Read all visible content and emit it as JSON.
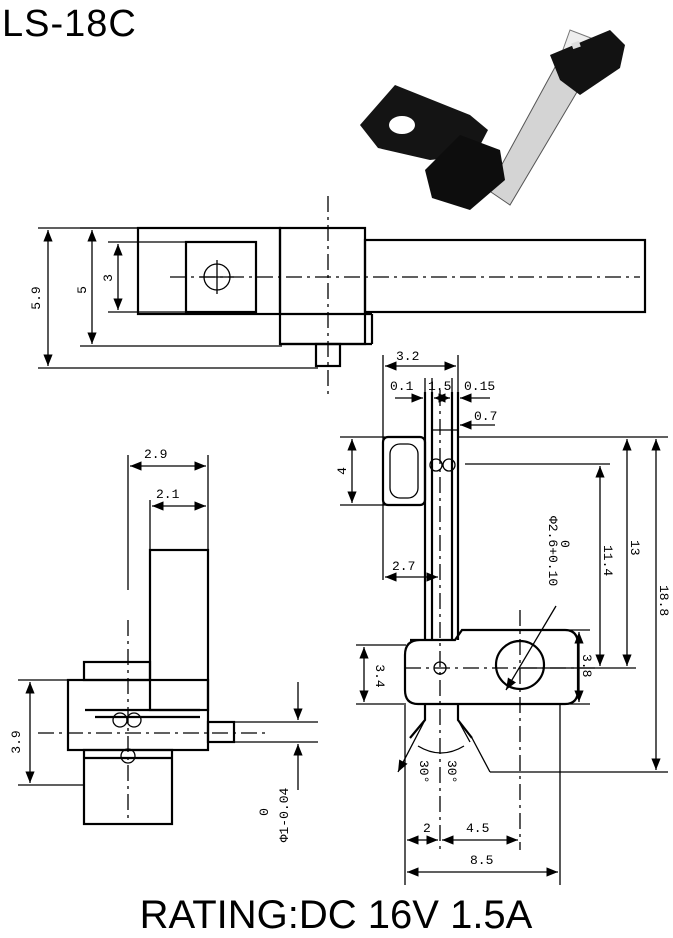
{
  "title": "LS-18C",
  "rating": "RATING:DC 16V 1.5A",
  "colors": {
    "ink": "#000000",
    "photo_body": "#111111",
    "photo_lever": "#d9d9d9"
  },
  "dims": {
    "top_view": {
      "d59": "5.9",
      "d5": "5",
      "d3": "3"
    },
    "side_view": {
      "d29": "2.9",
      "d21": "2.1",
      "d39": "3.9",
      "tol": "0",
      "phi": "Φ1-0.04"
    },
    "front_view": {
      "d32": "3.2",
      "d01": "0.1",
      "d15": "1.5",
      "d015": "0.15",
      "d07": "0.7",
      "d4": "4",
      "d27": "2.7",
      "phi26": "Φ2.6+0.10",
      "tol0": "0",
      "d114": "11.4",
      "d13": "13",
      "d188": "18.8",
      "d34": "3.4",
      "d38": "3.8",
      "a30l": "30°",
      "a30r": "30°",
      "d2": "2",
      "d45": "4.5",
      "d85": "8.5"
    }
  }
}
